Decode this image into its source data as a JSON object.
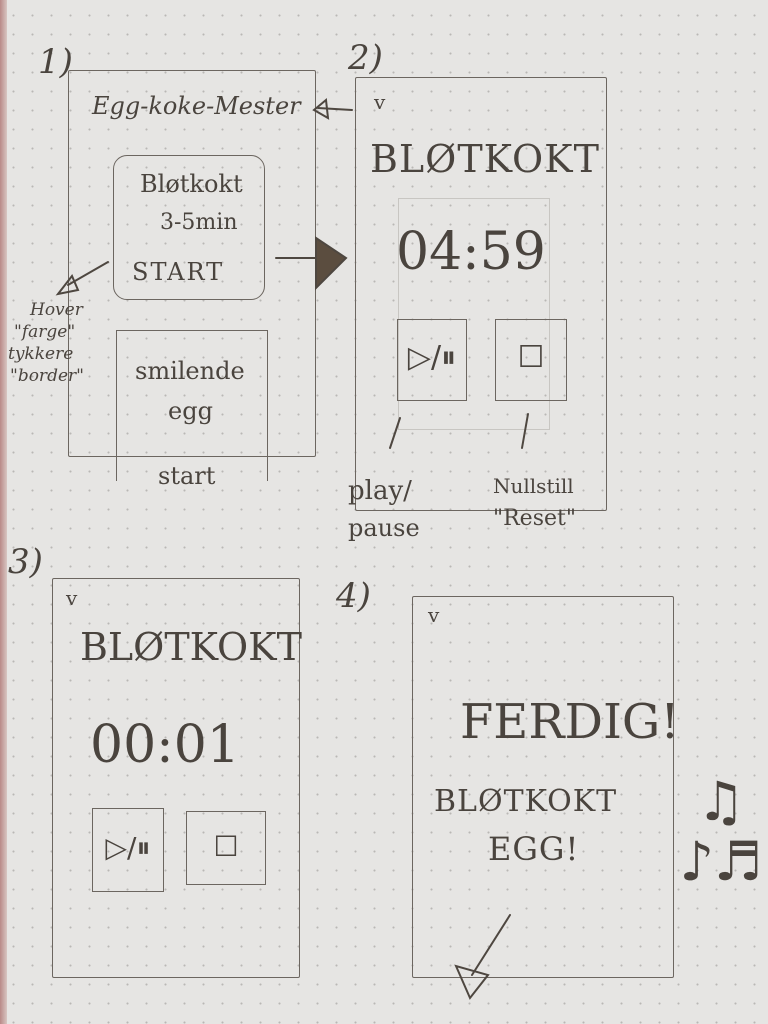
{
  "sketch1": {
    "step": "1)",
    "app_title": "Egg-koke-Mester",
    "card1_line1": "Bløtkokt",
    "card1_line2": "3-5min",
    "card1_button": "START",
    "hover_note_1": "Hover",
    "hover_note_2": "\"farge\"",
    "hover_note_3": "tykkere",
    "hover_note_4": "\"border\"",
    "card2_line1": "smilende",
    "card2_line2": "egg",
    "card2_line3": "start"
  },
  "sketch2": {
    "step": "2)",
    "chevron": "v",
    "title": "BLØTKOKT",
    "timer": "04:59",
    "play_label_1": "play/",
    "play_label_2": "pause",
    "reset_label_1": "Nullstill",
    "reset_label_2": "\"Reset\""
  },
  "sketch3": {
    "step": "3)",
    "chevron": "v",
    "title": "BLØTKOKT",
    "timer": "00:01"
  },
  "sketch4": {
    "step": "4)",
    "chevron": "v",
    "headline": "FERDIG!",
    "message_1": "BLØTKOKT",
    "message_2": "EGG!"
  },
  "icons": {
    "play_pause": "play-pause-icon",
    "stop": "stop-icon",
    "music": "music-notes-icon",
    "arrow": "arrow-icon"
  }
}
